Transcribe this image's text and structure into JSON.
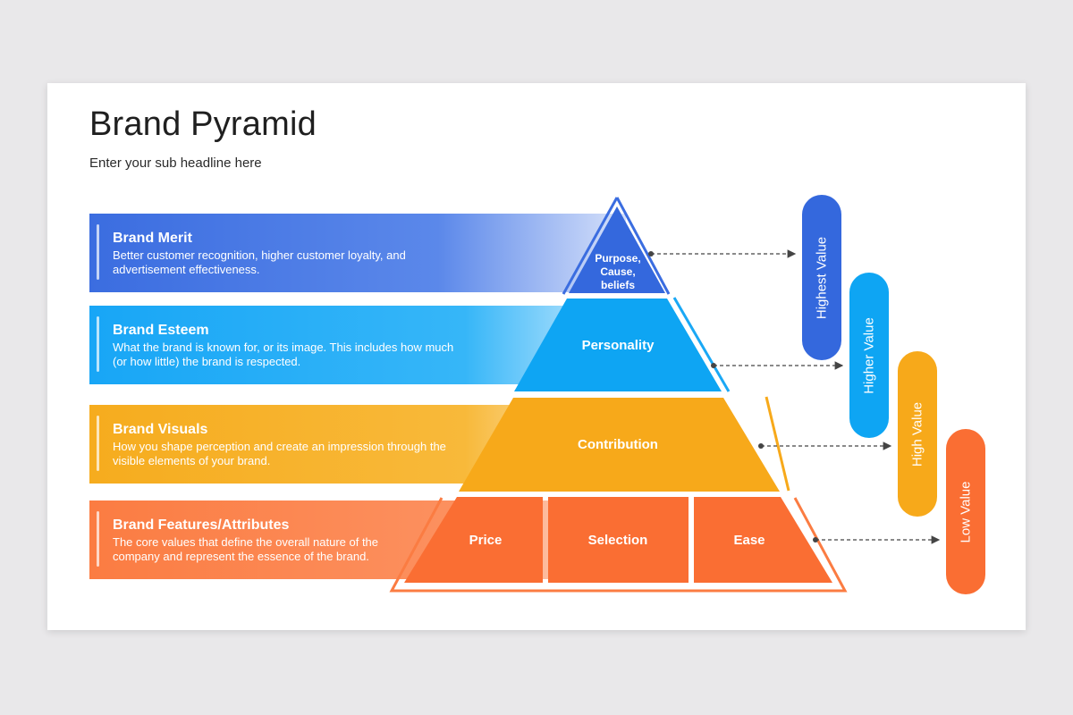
{
  "title": "Brand Pyramid",
  "subtitle": "Enter your sub headline here",
  "bands": [
    {
      "title": "Brand Merit",
      "line1": "Better customer recognition, higher customer loyalty, and",
      "line2": "advertisement effectiveness."
    },
    {
      "title": "Brand Esteem",
      "line1": "What the brand is known for, or its image. This includes how much",
      "line2": "(or how little) the brand is respected."
    },
    {
      "title": "Brand Visuals",
      "line1": "How you shape perception and create an impression through the",
      "line2": "visible elements of your brand."
    },
    {
      "title": "Brand Features/Attributes",
      "line1": "The core values that define the overall nature of the",
      "line2": "company and represent the essence of the brand."
    }
  ],
  "pyramid": {
    "top_lines": [
      "Purpose,",
      "Cause,",
      "beliefs"
    ],
    "level2": "Personality",
    "level3": "Contribution",
    "base": [
      "Price",
      "Selection",
      "Ease"
    ]
  },
  "values": [
    "Highest Value",
    "Higher Value",
    "High Value",
    "Low Value"
  ],
  "colors": {
    "blue_dark": "#3468dd",
    "blue_light": "#0ea5f3",
    "orange_yellow": "#f7a91a",
    "orange_red": "#fa6e33"
  }
}
